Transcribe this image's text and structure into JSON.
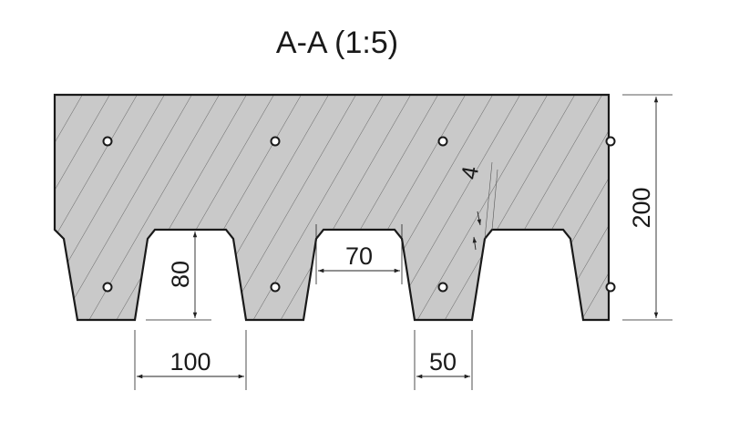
{
  "title": "A-A (1:5)",
  "dimensions": {
    "rib_depth": "80",
    "rib_spacing": "100",
    "rib_top_width": "70",
    "rib_bottom_width": "50",
    "total_height": "200",
    "chamfer": "4"
  },
  "colors": {
    "concrete_fill": "#c9c9c9",
    "hatch": "#5e5e5e",
    "outline": "#1a1a1a",
    "dimension": "#222222"
  }
}
